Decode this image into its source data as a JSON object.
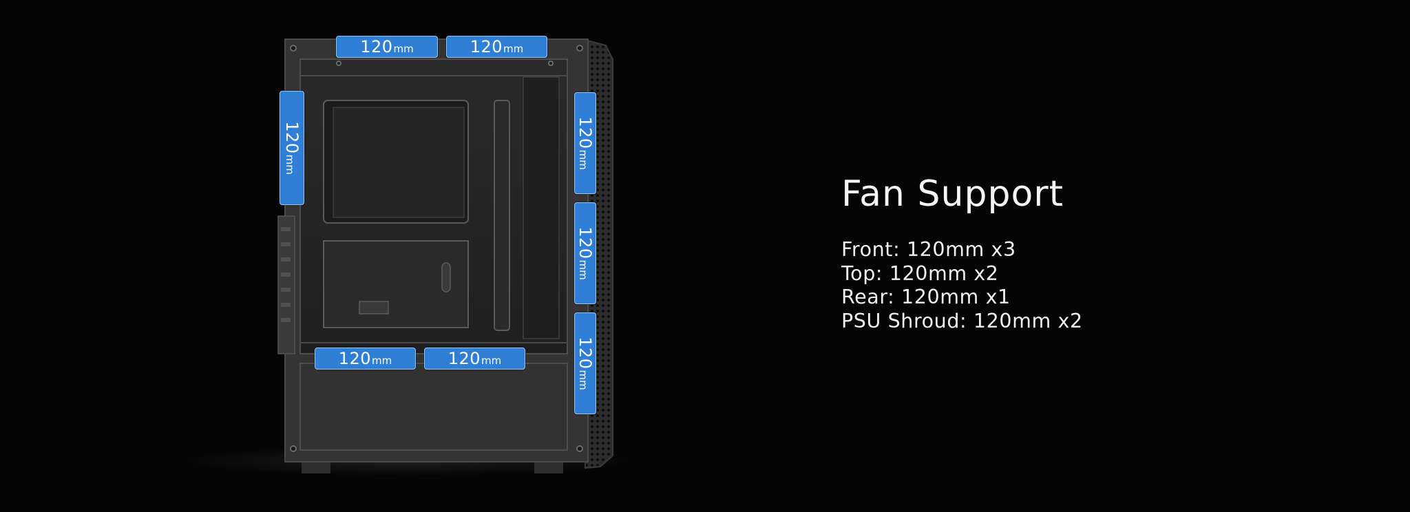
{
  "heading": "Fan Support",
  "specs": [
    "Front: 120mm x3",
    "Top: 120mm x2",
    "Rear: 120mm x1",
    "PSU Shroud: 120mm x2"
  ],
  "fan_label": {
    "size": "120",
    "unit": "mm"
  },
  "colors": {
    "background": "#050505",
    "fan_badge": "#2f7fd6",
    "case_body": "#3a3a3a"
  }
}
